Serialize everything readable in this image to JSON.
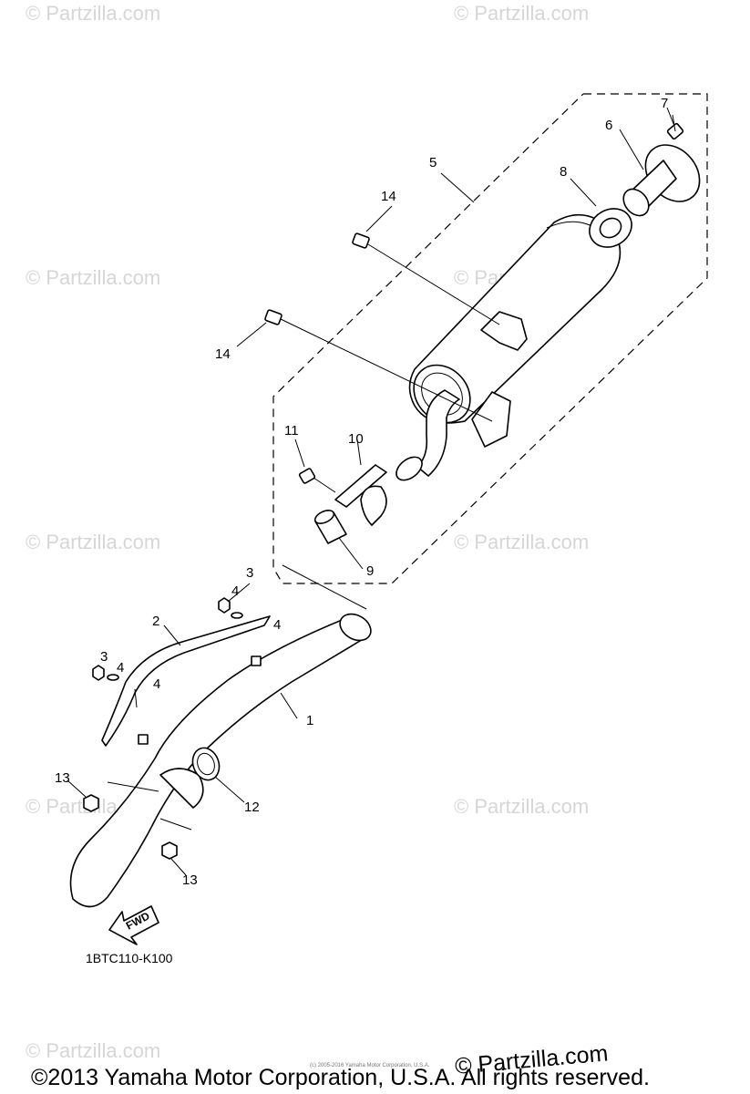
{
  "watermark": "© Partzilla.com",
  "diagram_code": "1BTC110-K100",
  "fwd_label": "FWD",
  "tiny_notice": "(c) 2005-2016 Yamaha Motor Corporation, U.S.A.",
  "footer": {
    "copyright": "©2013 Yamaha Motor Corporation, U.S.A. All rights reserved.",
    "brand": "© Partzilla.com"
  },
  "callouts": {
    "c1": "1",
    "c2": "2",
    "c3a": "3",
    "c3b": "3",
    "c4a": "4",
    "c4b": "4",
    "c4c": "4",
    "c4d": "4",
    "c5": "5",
    "c6": "6",
    "c7": "7",
    "c8": "8",
    "c9": "9",
    "c10": "10",
    "c11": "11",
    "c12": "12",
    "c13a": "13",
    "c13b": "13",
    "c14a": "14",
    "c14b": "14"
  }
}
